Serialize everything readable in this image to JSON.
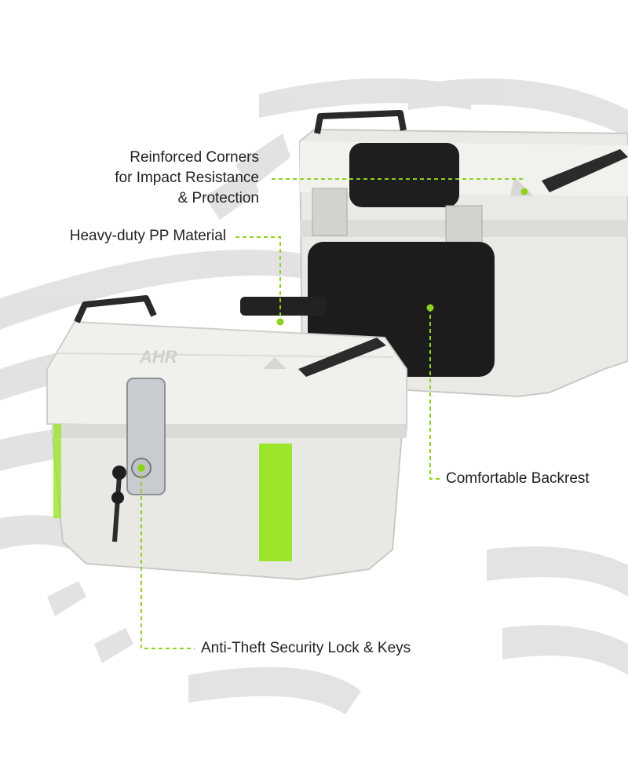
{
  "brand": {
    "logo_text": "AHR"
  },
  "colors": {
    "accent": "#8ed11f",
    "case_body": "#ececea",
    "backrest": "#1c1c1c",
    "tire_pattern": "#d9d9d9"
  },
  "callouts": {
    "corners": [
      "Reinforced Corners",
      "for Impact Resistance",
      "& Protection"
    ],
    "material": "Heavy-duty PP Material",
    "backrest": "Comfortable Backrest",
    "lock": "Anti-Theft Security Lock & Keys"
  }
}
